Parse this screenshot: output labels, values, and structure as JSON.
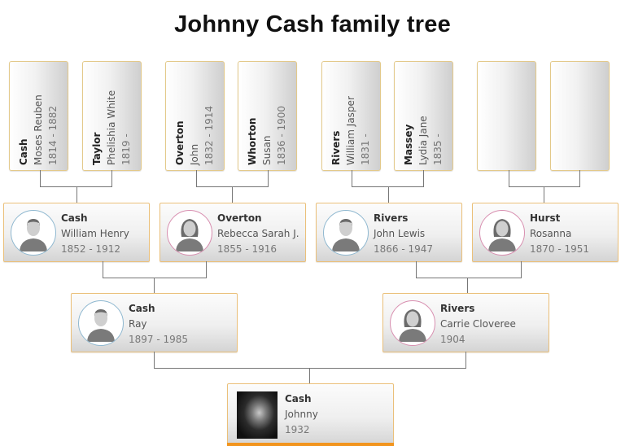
{
  "title": "Johnny Cash family tree",
  "colors": {
    "box_border": "#e3c98a",
    "connector": "#777777",
    "male_ring": "#8fb8d0",
    "female_ring": "#d88fb0",
    "selected_accent": "#f2951e"
  },
  "generation_4": [
    {
      "surname": "Cash",
      "given": "Moses Reuben",
      "dates": "1814 - 1882"
    },
    {
      "surname": "Taylor",
      "given": "Phelishia White",
      "dates": "1819 -"
    },
    {
      "surname": "Overton",
      "given": "John",
      "dates": "1832 - 1914"
    },
    {
      "surname": "Whorton",
      "given": "Susan",
      "dates": "1836 - 1900"
    },
    {
      "surname": "Rivers",
      "given": "William Jasper",
      "dates": "1831 -"
    },
    {
      "surname": "Massey",
      "given": "Lydia Jane",
      "dates": "1835 -"
    },
    {
      "surname": "",
      "given": "",
      "dates": ""
    },
    {
      "surname": "",
      "given": "",
      "dates": ""
    }
  ],
  "generation_3": [
    {
      "surname": "Cash",
      "given": "William Henry",
      "dates": "1852 - 1912",
      "gender": "male"
    },
    {
      "surname": "Overton",
      "given": "Rebecca Sarah J.",
      "dates": "1855 - 1916",
      "gender": "female"
    },
    {
      "surname": "Rivers",
      "given": "John Lewis",
      "dates": "1866 - 1947",
      "gender": "male"
    },
    {
      "surname": "Hurst",
      "given": "Rosanna",
      "dates": "1870 - 1951",
      "gender": "female"
    }
  ],
  "generation_2": [
    {
      "surname": "Cash",
      "given": "Ray",
      "dates": "1897 - 1985",
      "gender": "male"
    },
    {
      "surname": "Rivers",
      "given": "Carrie Cloveree",
      "dates": "1904",
      "gender": "female"
    }
  ],
  "root": {
    "surname": "Cash",
    "given": "Johnny",
    "dates": "1932",
    "photo": "portrait-photo"
  }
}
